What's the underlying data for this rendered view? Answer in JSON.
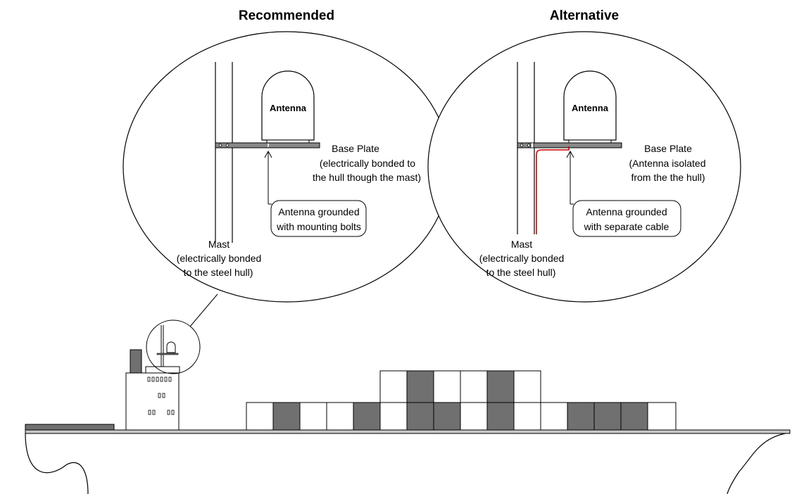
{
  "panels": {
    "recommended": {
      "title": "Recommended",
      "antenna": "Antenna",
      "base_plate": [
        "Base Plate",
        "(electrically bonded to",
        "the hull though the mast)"
      ],
      "callout": [
        "Antenna grounded",
        "with mounting bolts"
      ],
      "mast": [
        "Mast",
        "(electrically bonded",
        "to the steel hull)"
      ]
    },
    "alternative": {
      "title": "Alternative",
      "antenna": "Antenna",
      "base_plate": [
        "Base Plate",
        "(Antenna isolated",
        "from the the hull)"
      ],
      "callout": [
        "Antenna grounded",
        "with separate cable"
      ],
      "mast": [
        "Mast",
        "(electrically bonded",
        "to the steel hull)"
      ]
    }
  },
  "colors": {
    "line": "#000000",
    "dark_fill": "#707070",
    "plate_fill": "#888888",
    "ground_cable": "#cc0000",
    "deck_fill": "#c8c8c8"
  }
}
